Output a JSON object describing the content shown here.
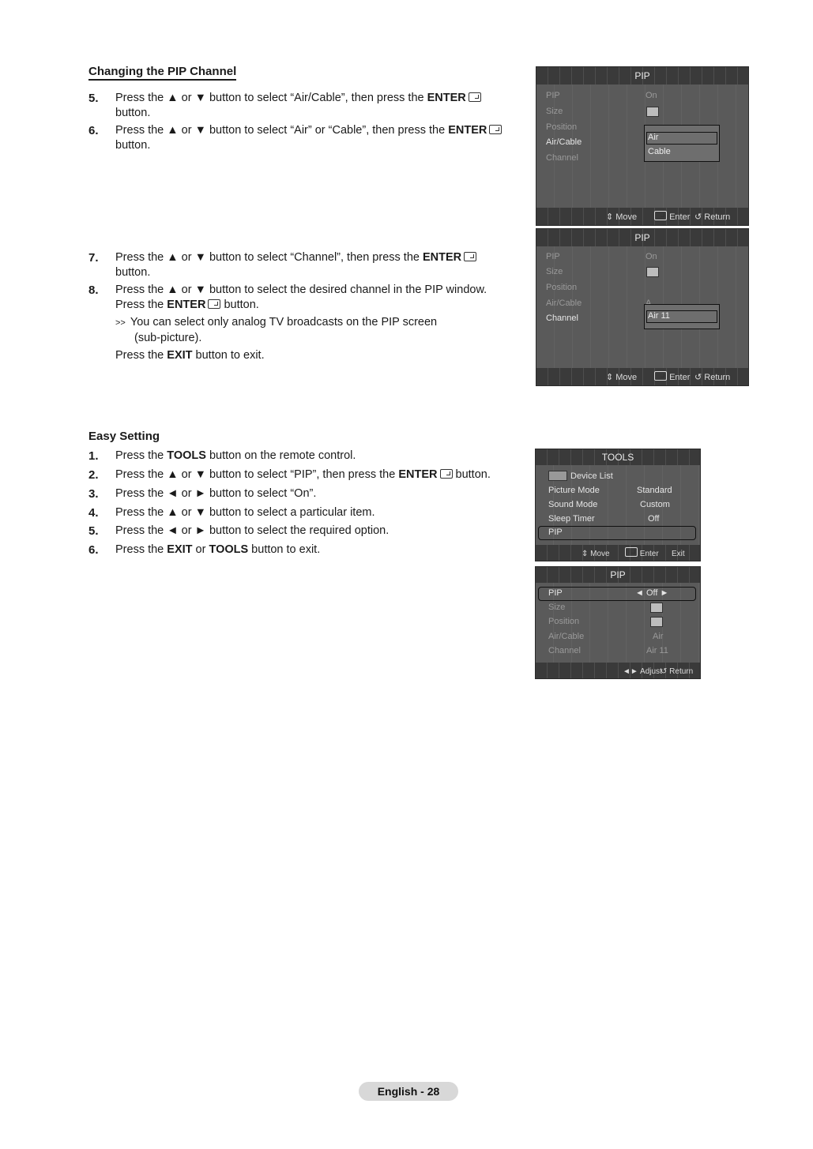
{
  "section1": {
    "heading": "Changing the PIP Channel",
    "steps": [
      {
        "num": "5.",
        "line1": "Press the ▲ or ▼ button to select “Air/Cable”, then press the ",
        "bold": "ENTER",
        "line2": "button."
      },
      {
        "num": "6.",
        "line1": "Press the ▲ or ▼ button to select “Air” or “Cable”, then press the ",
        "bold": "ENTER",
        "line2": "button."
      },
      {
        "num": "7.",
        "line1": "Press the ▲ or ▼ button to select “Channel”, then press the ",
        "bold": "ENTER",
        "line2": "button."
      },
      {
        "num": "8.",
        "line1": "Press the ▲ or ▼ button to select the desired channel in the PIP window.",
        "line2a": "Press the ",
        "bold": "ENTER",
        "line2b": " button."
      }
    ],
    "note_line1": "You can select only analog TV broadcasts on the PIP screen",
    "note_line2": "(sub-picture).",
    "exit_pre": "Press the ",
    "exit_bold": "EXIT",
    "exit_post": " button to exit."
  },
  "section2": {
    "heading": "Easy Setting",
    "steps": [
      {
        "num": "1.",
        "pre": "Press the ",
        "b1": "TOOLS",
        "post": " button on the remote control."
      },
      {
        "num": "2.",
        "pre": "Press the ▲ or ▼ button to select “PIP”, then press the ",
        "b1": "ENTER",
        "post": " button."
      },
      {
        "num": "3.",
        "pre": "Press the ◄ or ► button to select “On”.",
        "b1": "",
        "post": ""
      },
      {
        "num": "4.",
        "pre": "Press the ▲ or ▼ button to select a particular item.",
        "b1": "",
        "post": ""
      },
      {
        "num": "5.",
        "pre": "Press the ◄ or ► button to select the required option.",
        "b1": "",
        "post": ""
      },
      {
        "num": "6.",
        "pre": "Press the ",
        "b1": "EXIT",
        "mid": " or ",
        "b2": "TOOLS",
        "post": " button to exit."
      }
    ]
  },
  "osd1": {
    "title": "PIP",
    "rows": [
      "PIP",
      "Size",
      "Position",
      "Air/Cable",
      "Channel"
    ],
    "pip_value": "On",
    "popup": [
      "Air",
      "Cable"
    ],
    "foot": [
      "⇕ Move",
      "Enter",
      "↺ Return"
    ]
  },
  "osd2": {
    "title": "PIP",
    "rows": [
      "PIP",
      "Size",
      "Position",
      "Air/Cable",
      "Channel"
    ],
    "pip_value": "On",
    "aircable_value": "A",
    "popup": [
      "Air 11"
    ],
    "foot": [
      "⇕ Move",
      "Enter",
      "↺ Return"
    ]
  },
  "osd3": {
    "title": "TOOLS",
    "rows": [
      "Device List",
      "Picture Mode",
      "Sound Mode",
      "Sleep Timer",
      "PIP"
    ],
    "values": [
      "",
      "Standard",
      "Custom",
      "Off",
      ""
    ],
    "foot": [
      "⇕ Move",
      "Enter",
      "Exit"
    ]
  },
  "osd4": {
    "title": "PIP",
    "rows": [
      "PIP",
      "Size",
      "Position",
      "Air/Cable",
      "Channel"
    ],
    "pip_value": "◄  Off  ►",
    "aircable_value": "Air",
    "channel_value": "Air 11",
    "foot": [
      "◄► Adjust",
      "↺ Return"
    ]
  },
  "footer": {
    "label": "English - 28"
  }
}
